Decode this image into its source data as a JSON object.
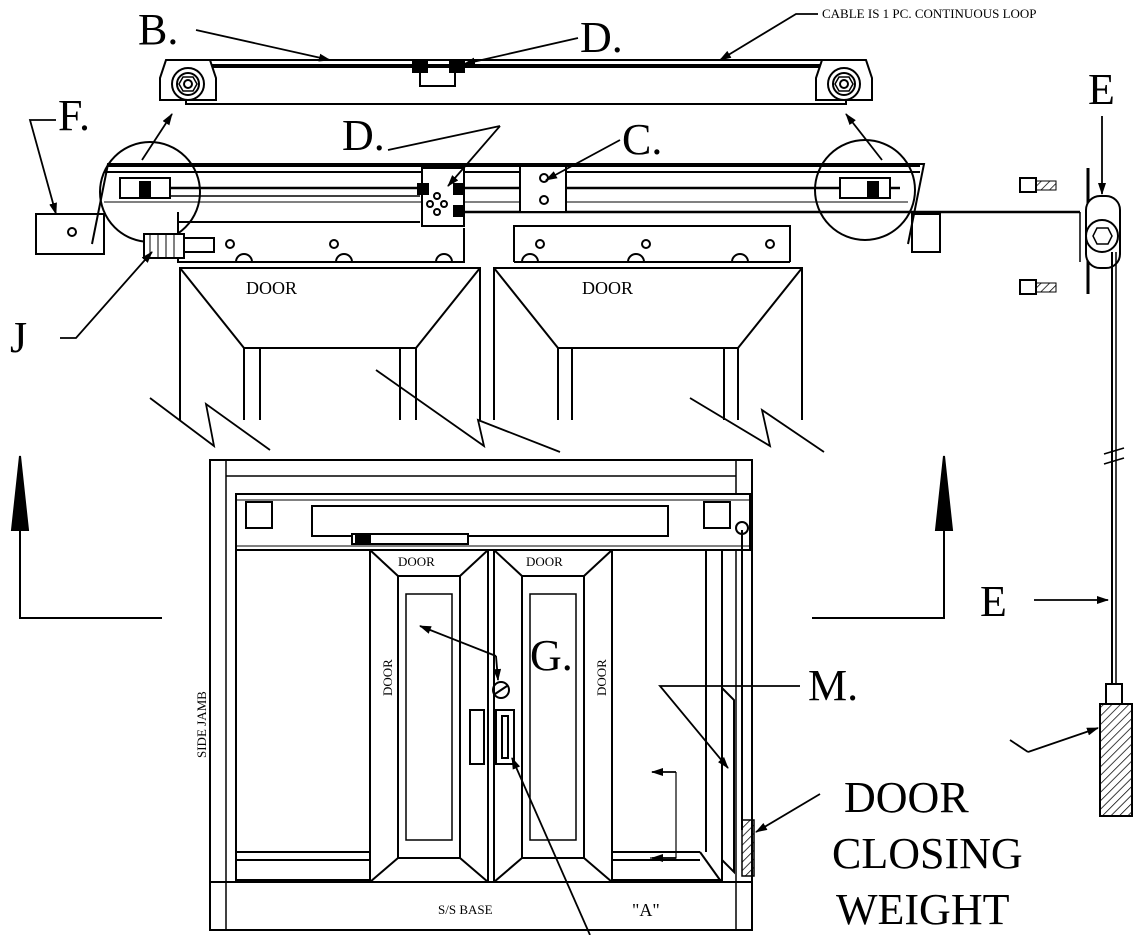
{
  "labels": {
    "b": "B.",
    "d_top": "D.",
    "d_mid": "D.",
    "c": "C.",
    "e_top": "E",
    "e_side": "E",
    "f": "F.",
    "j": "J",
    "g": "G.",
    "m": "M.",
    "cable_note": "CABLE IS 1 PC. CONTINUOUS LOOP",
    "door_upper_left": "DOOR",
    "door_upper_right": "DOOR",
    "door_elev_left_top": "DOOR",
    "door_elev_right_top": "DOOR",
    "door_elev_left_side": "DOOR",
    "door_elev_right_side": "DOOR",
    "side_jamb": "SIDE JAMB",
    "ss_base": "S/S BASE",
    "section_a": "\"A\"",
    "closing_weight_1": "DOOR",
    "closing_weight_2": "CLOSING",
    "closing_weight_3": "WEIGHT"
  }
}
